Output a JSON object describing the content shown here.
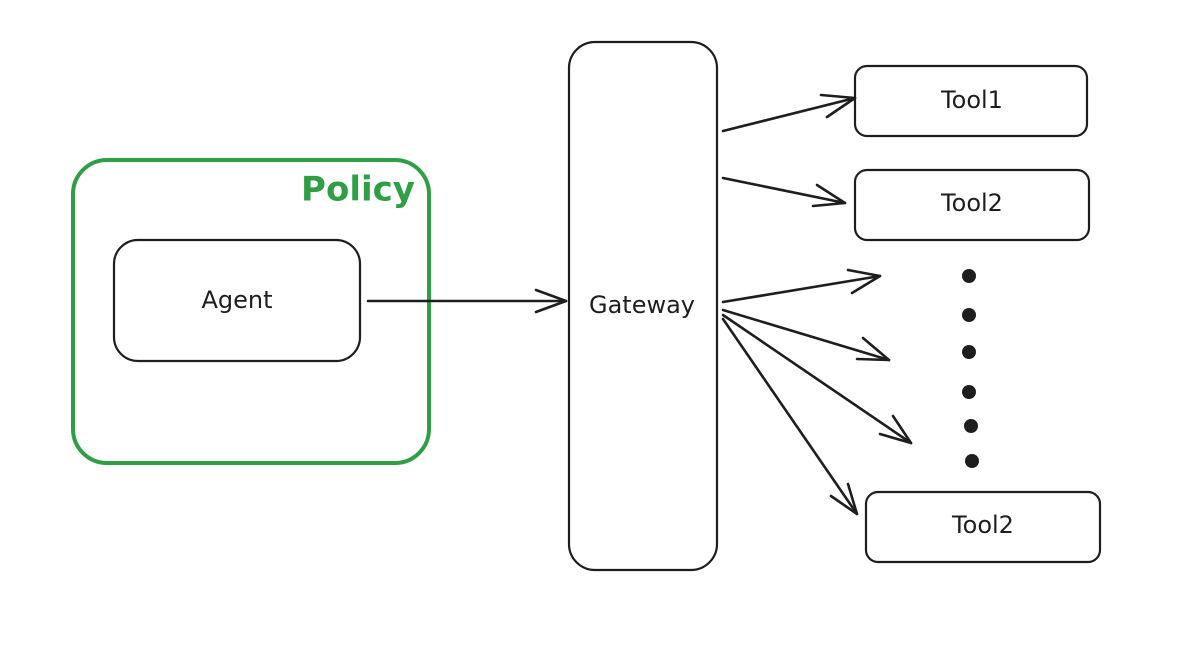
{
  "colors": {
    "policy": "#2f9e44",
    "stroke": "#1e1e1e",
    "background": "#ffffff"
  },
  "policy": {
    "label": "Policy"
  },
  "agent": {
    "label": "Agent"
  },
  "gateway": {
    "label": "Gateway"
  },
  "tools": [
    {
      "label": "Tool1"
    },
    {
      "label": "Tool2"
    },
    {
      "label": "Tool2"
    }
  ],
  "ellipsis": {
    "dot_count": 6
  },
  "edges": [
    {
      "from": "agent",
      "to": "gateway"
    },
    {
      "from": "gateway",
      "to": "tool-1"
    },
    {
      "from": "gateway",
      "to": "tool-2"
    },
    {
      "from": "gateway",
      "to": "more-tools"
    },
    {
      "from": "gateway",
      "to": "more-tools"
    },
    {
      "from": "gateway",
      "to": "more-tools"
    },
    {
      "from": "gateway",
      "to": "tool-3"
    }
  ]
}
